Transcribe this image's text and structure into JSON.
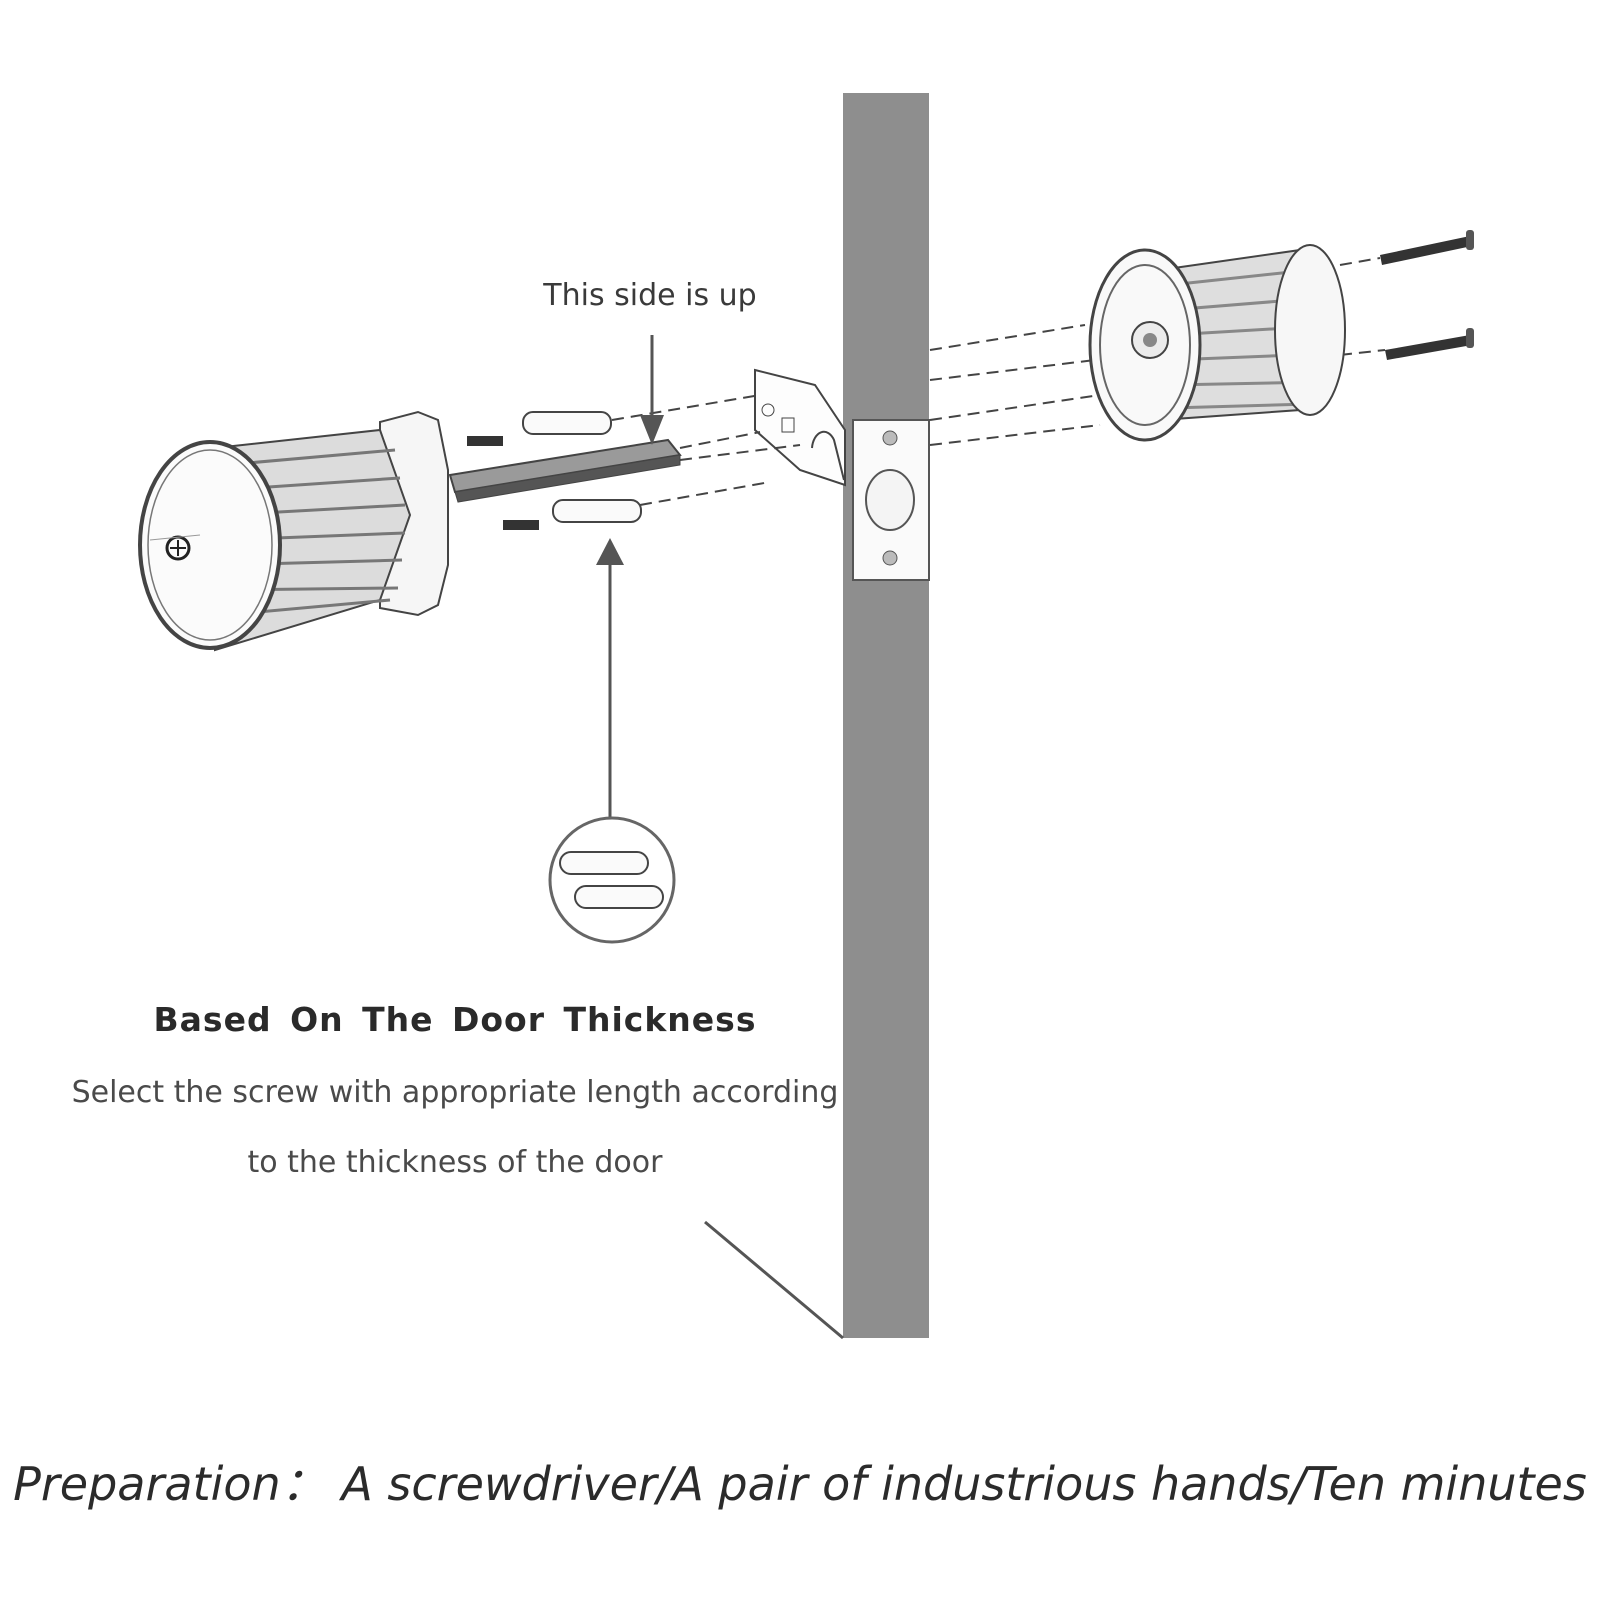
{
  "callout": "This side is up",
  "heading": "Based On The Door Thickness",
  "description_line1": "Select the screw with appropriate length according",
  "description_line2": "to the thickness of the door",
  "footer": "Preparation：  A screwdriver/A pair of industrious hands/Ten minutes",
  "colors": {
    "door": "#8e8e8e",
    "line": "#444444",
    "arrow": "#555555"
  }
}
